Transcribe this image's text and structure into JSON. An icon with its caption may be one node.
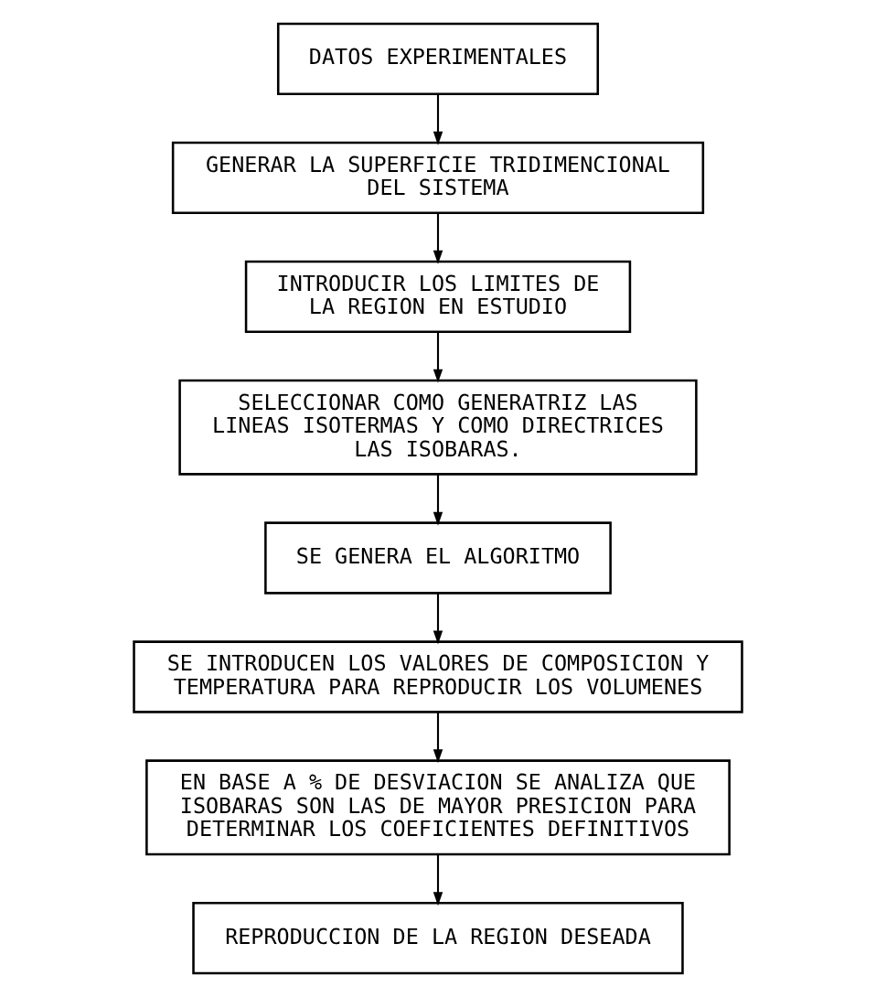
{
  "diagram": {
    "nodes": [
      {
        "text": [
          "DATOS EXPERIMENTALES"
        ]
      },
      {
        "text": [
          "GENERAR LA SUPERFICIE TRIDIMENCIONAL DEL SISTEMA"
        ]
      },
      {
        "text": [
          "INTRODUCIR LOS LIMITES DE LA REGION EN ESTUDIO"
        ]
      },
      {
        "text": [
          "SELECCIONAR COMO GENERATRIZ LAS LINEAS ISOTERMAS Y COMO DIRECTRICES LAS ISOBARAS."
        ]
      },
      {
        "text": [
          "SE GENERA EL ALGORITMO"
        ]
      },
      {
        "text": [
          "SE INTRODUCEN LOS VALORES DE COMPOSICION Y TEMPERATURA PARA REPRODUCIR LOS VOLUMENES"
        ]
      },
      {
        "text": [
          "EN BASE A % DE DESVIACION SE ANALIZA QUE ISOBARAS SON LAS DE MAYOR PRESICION PARA DETERMINAR LOS COEFICIENTES DEFINITIVOS"
        ]
      },
      {
        "text": [
          "REPRODUCCION DE LA REGION DESEADA"
        ]
      }
    ],
    "edges": [
      {
        "from": 0,
        "to": 1,
        "arrow": "to"
      },
      {
        "from": 1,
        "to": 2,
        "arrow": "to"
      },
      {
        "from": 2,
        "to": 3,
        "arrow": "to"
      },
      {
        "from": 3,
        "to": 4,
        "arrow": "to"
      },
      {
        "from": 4,
        "to": 5,
        "arrow": "to"
      },
      {
        "from": 5,
        "to": 6,
        "arrow": "to"
      },
      {
        "from": 6,
        "to": 7,
        "arrow": "to"
      }
    ]
  }
}
